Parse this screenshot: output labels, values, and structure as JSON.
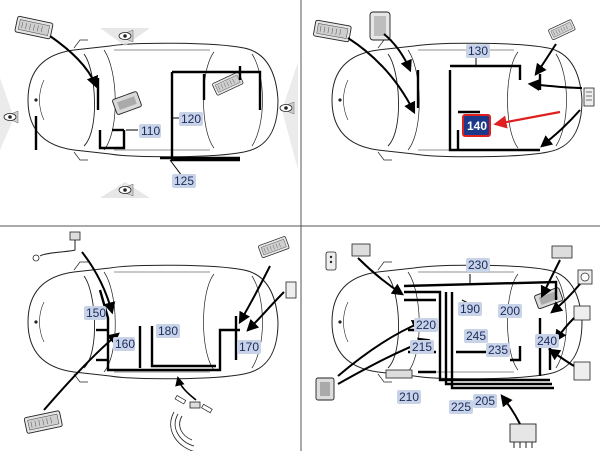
{
  "panels": [
    {
      "id": "top-left",
      "labels": [
        "110",
        "120",
        "125"
      ]
    },
    {
      "id": "top-right",
      "labels": [
        "130",
        "140"
      ],
      "highlight": "140"
    },
    {
      "id": "bottom-left",
      "labels": [
        "150",
        "160",
        "170",
        "180"
      ]
    },
    {
      "id": "bottom-right",
      "labels": [
        "190",
        "200",
        "205",
        "210",
        "215",
        "220",
        "225",
        "230",
        "235",
        "240",
        "245"
      ]
    }
  ],
  "colors": {
    "outline": "#000000",
    "label_text": "#1a2b5e",
    "label_bg": "#c9d3e8",
    "highlight_bg": "#1d3a8a",
    "highlight_text": "#ffffff",
    "highlight_border": "#e02020",
    "arrow_red": "#e02020"
  },
  "icons": [
    "camera-icon",
    "control-unit-icon",
    "antenna-icon",
    "satellite-icon",
    "sensor-icon",
    "connector-icon"
  ]
}
